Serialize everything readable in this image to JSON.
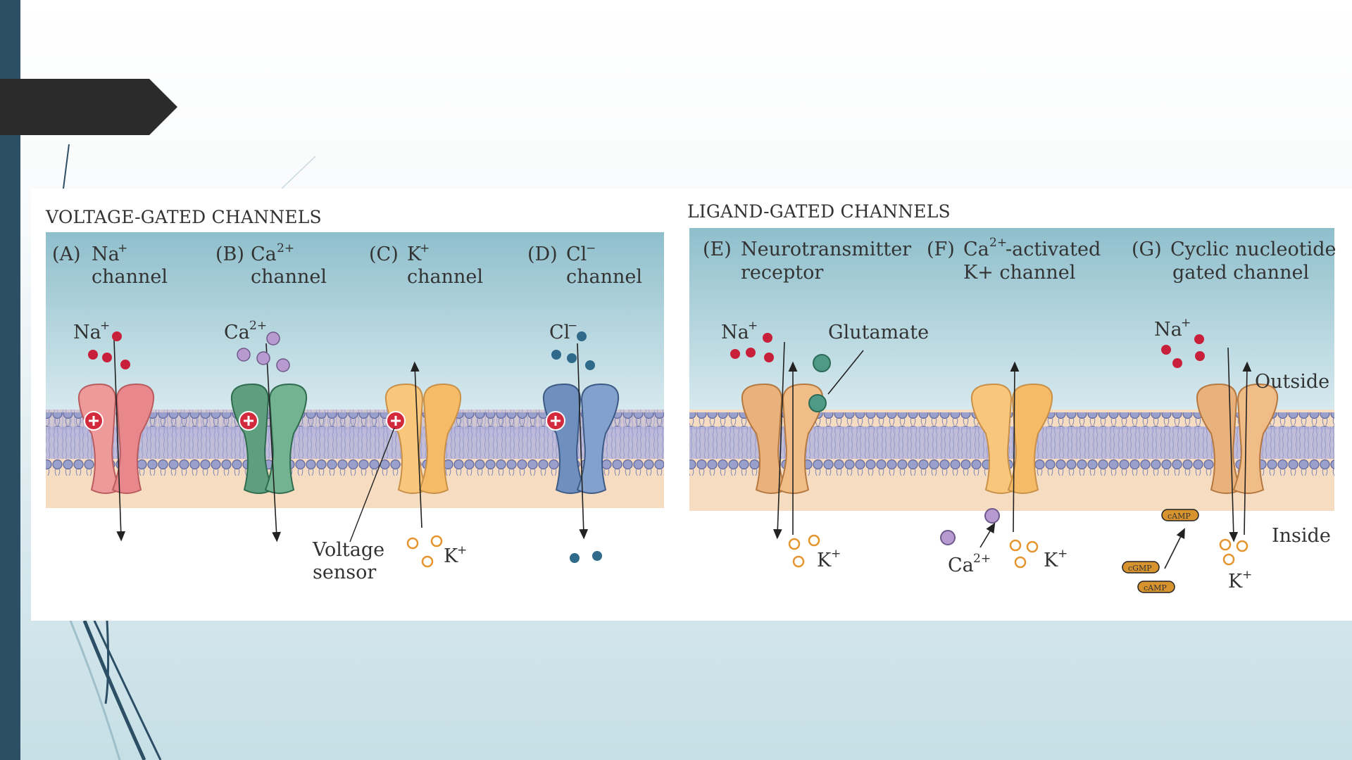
{
  "slide": {
    "accent_bar_color": "#2c4f66",
    "title_shape_color": "#2b2b2b"
  },
  "voltage": {
    "title": "VOLTAGE-GATED CHANNELS",
    "channels": [
      {
        "letter": "(A)",
        "ion": "Na",
        "ion_sup": "+",
        "word": "channel",
        "color": "#ef9a9a"
      },
      {
        "letter": "(B)",
        "ion": "Ca",
        "ion_sup": "2+",
        "word": "channel",
        "color": "#5f9e7e"
      },
      {
        "letter": "(C)",
        "ion": "K",
        "ion_sup": "+",
        "word": "channel",
        "color": "#f9c77c"
      },
      {
        "letter": "(D)",
        "ion": "Cl",
        "ion_sup": "−",
        "word": "channel",
        "color": "#6f8fbf"
      }
    ],
    "ion_labels": {
      "na": "Na",
      "na_sup": "+",
      "ca": "Ca",
      "ca_sup": "2+",
      "k": "K",
      "k_sup": "+",
      "cl": "Cl",
      "cl_sup": "−"
    },
    "voltage_sensor": {
      "line1": "Voltage",
      "line2": "sensor"
    }
  },
  "ligand": {
    "title": "LIGAND-GATED CHANNELS",
    "channels": [
      {
        "letter": "(E)",
        "line1": "Neurotransmitter",
        "line2": "receptor"
      },
      {
        "letter": "(F)",
        "line1_ion": "Ca",
        "line1_sup": "2+",
        "line1_rest": "-activated",
        "line2": "K+ channel"
      },
      {
        "letter": "(G)",
        "line1": "Cyclic nucleotide",
        "line2": "gated channel"
      }
    ],
    "glutamate": "Glutamate",
    "outside": "Outside",
    "inside": "Inside",
    "ion_labels": {
      "na": "Na",
      "na_sup": "+",
      "k": "K",
      "k_sup": "+",
      "ca": "Ca",
      "ca_sup": "2+"
    },
    "nucleotides": [
      "cAMP",
      "cGMP",
      "cAMP"
    ]
  },
  "colors": {
    "outside_top": "#8fbfcc",
    "outside_bottom": "#d6e9ee",
    "inside": "#f6dcc0",
    "membrane": "#b7b6dc",
    "lipid": "#7f86b8",
    "na_ion": "#c8203a",
    "ca_ion": "#b79ad0",
    "cl_ion": "#2f6a8a",
    "k_ion": "#e6952e",
    "glutamate": "#4e9a86",
    "ligand_channel": "#e9b27c",
    "ca_k_channel": "#f9c77c"
  }
}
